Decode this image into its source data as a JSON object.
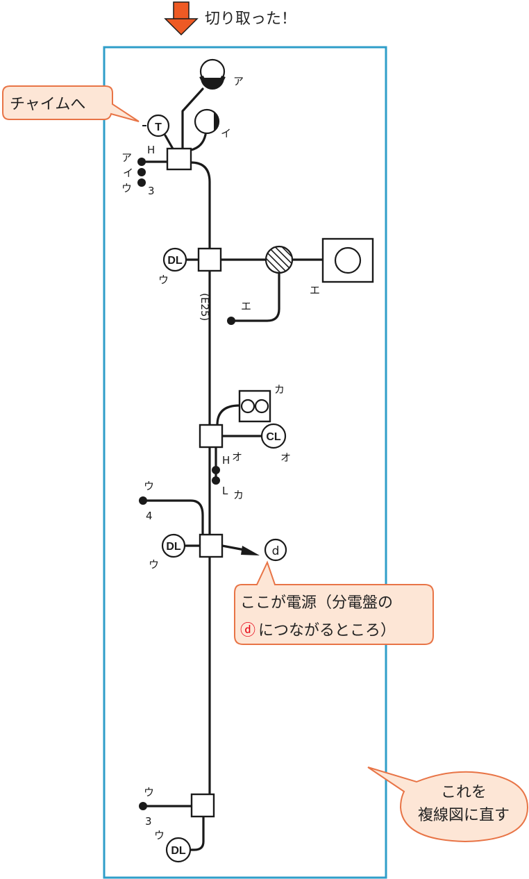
{
  "caption": {
    "text": "切り取った！"
  },
  "colors": {
    "frame": "#2f9ec9",
    "arrow": "#ee5a24",
    "callout_fill": "#fde6d6",
    "callout_stroke": "#e87446",
    "highlight": "#e60012"
  },
  "callouts": {
    "chime": "チャイムへ",
    "source_line1": "ここが電源（分電盤の",
    "source_symbol": "ⓓ",
    "source_line2": "につながるところ）",
    "convert_line1": "これを",
    "convert_line2": "複線図に直す"
  },
  "labels": {
    "a": "ア",
    "i": "イ",
    "u": "ウ",
    "e": "エ",
    "o": "オ",
    "ka": "カ",
    "h": "H",
    "l": "L",
    "n3": "3",
    "n4": "4",
    "stack": [
      "ア",
      "イ",
      "ウ"
    ],
    "conduit": "(E25)",
    "t_symbol": "T",
    "dl_symbol": "DL",
    "cl_symbol": "CL",
    "d_symbol": "d"
  }
}
